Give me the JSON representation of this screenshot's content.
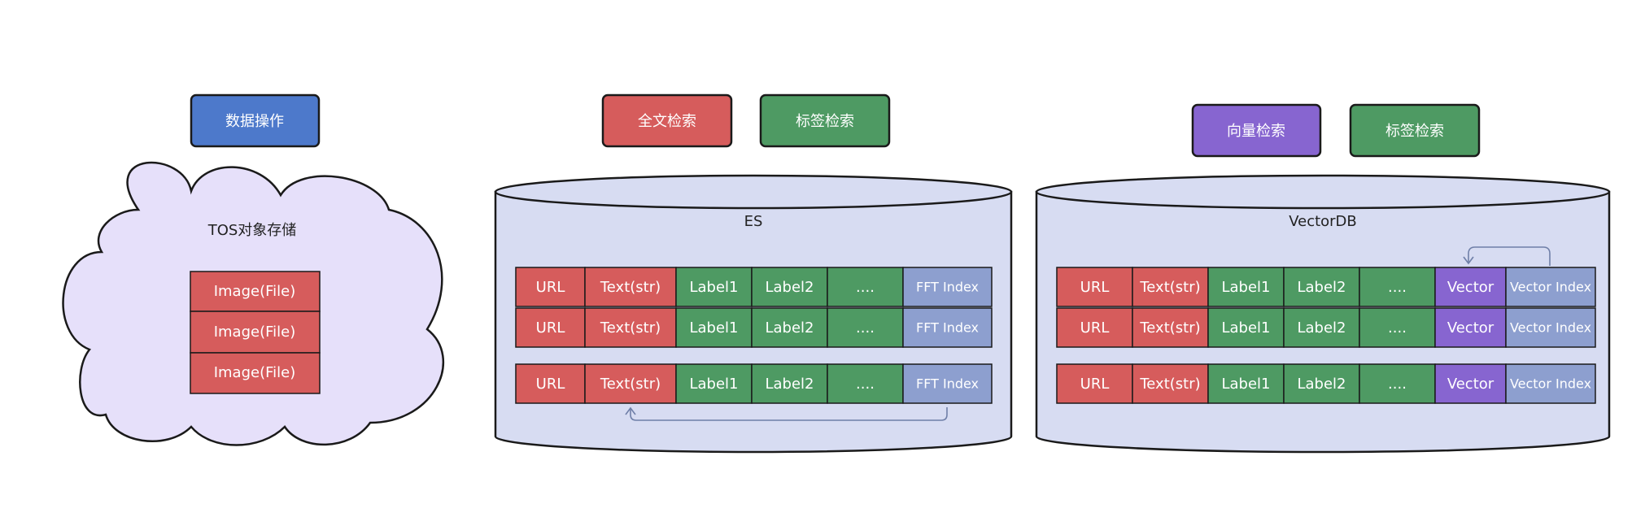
{
  "colors": {
    "blue_btn": "#4d79cb",
    "red": "#d65c5c",
    "green": "#4e9a63",
    "purple": "#8765d0",
    "index_cell": "#8d9fcf",
    "container_fill": "#d7dcf2",
    "cloud_fill": "#e6e0fa",
    "outline": "#1a1a1a",
    "arrow": "#6f7fa8"
  },
  "left": {
    "button": "数据操作",
    "cloud_label": "TOS对象存储",
    "files": [
      "Image(File)",
      "Image(File)",
      "Image(File)"
    ]
  },
  "es": {
    "buttons": [
      "全文检索",
      "标签检索"
    ],
    "label": "ES",
    "columns": [
      "URL",
      "Text(str)",
      "Label1",
      "Label2",
      "....",
      "FFT Index"
    ]
  },
  "vdb": {
    "buttons": [
      "向量检索",
      "标签检索"
    ],
    "label": "VectorDB",
    "columns": [
      "URL",
      "Text(str)",
      "Label1",
      "Label2",
      "....",
      "Vector",
      "Vector Index"
    ]
  }
}
